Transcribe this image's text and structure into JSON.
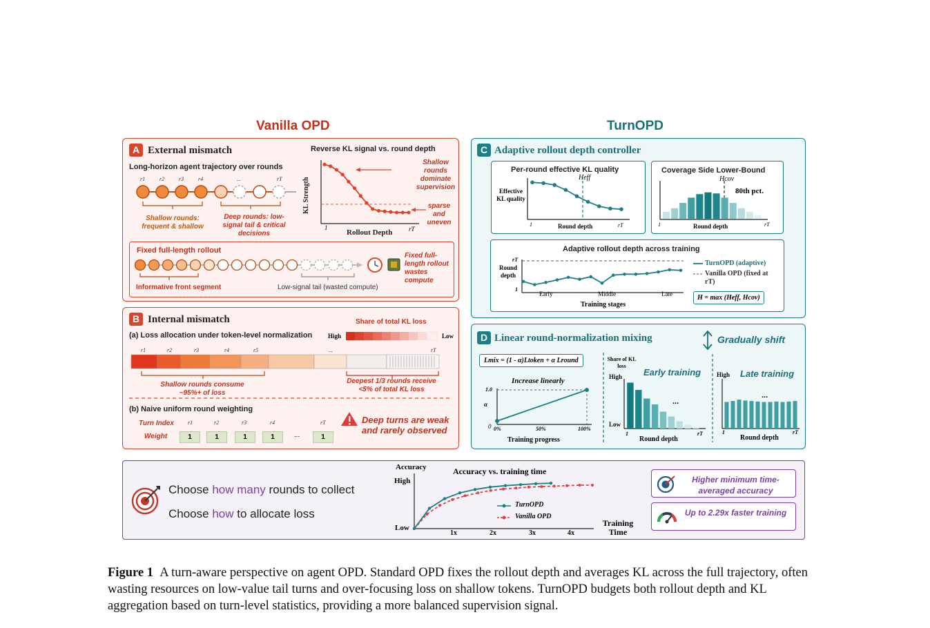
{
  "titles": {
    "vanilla": "Vanilla OPD",
    "turnopd": "TurnOPD"
  },
  "colors": {
    "red": "#d9442c",
    "teal": "#1d7f86",
    "purple": "#7b3fa6"
  },
  "panelA": {
    "badge": "A",
    "title": "External mismatch",
    "subtitle": "Long-horizon agent trajectory over rounds",
    "r_labels": [
      "r1",
      "r2",
      "r3",
      "r4",
      "...",
      "rT"
    ],
    "shallow_label": "Shallow rounds: frequent & shallow",
    "deep_label": "Deep rounds: low-signal tail & critical decisions",
    "chart_title": "Reverse KL signal vs. round depth",
    "ylabel": "KL Strength",
    "xlabel": "Rollout  Depth",
    "x_start": "1",
    "x_end": "rT",
    "note_shallow": "Shallow rounds dominate supervision",
    "note_sparse": "sparse and uneven",
    "fixed_title": "Fixed full-length rollout",
    "informative": "Informative front segment",
    "lowsignal": "Low-signal tail (wasted compute)",
    "fixed_note": "Fixed full-length rollout wastes compute"
  },
  "panelB": {
    "badge": "B",
    "title": "Internal mismatch",
    "sub_a": "(a) Loss allocation under token-level normalization",
    "share_label": "Share of total KL loss",
    "high": "High",
    "low": "Low",
    "r_labels": [
      "r1",
      "r2",
      "r3",
      "r4",
      "r5",
      "...",
      "rT"
    ],
    "shallow_note": "Shallow rounds consume ~95%+ of loss",
    "deep_note": "Deepest 1/3 rounds receive <5% of total KL loss",
    "sub_b": "(b) Naive uniform round weighting",
    "turn_index": "Turn Index",
    "weight": "Weight",
    "turns": [
      "r1",
      "r2",
      "r3",
      "r4",
      "",
      "rT"
    ],
    "weights": [
      "1",
      "1",
      "1",
      "1",
      "...",
      "1"
    ],
    "warning": "Deep turns are weak and rarely observed"
  },
  "panelC": {
    "badge": "C",
    "title": "Adaptive rollout depth controller",
    "box1_title": "Per-round effective KL quality",
    "box1_ylabel": "Effective KL quality",
    "box1_marker": "Heff",
    "box1_xlabel": "Round depth",
    "x_start": "1",
    "x_end": "rT",
    "box2_title": "Coverage Side Lower-Bound",
    "box2_marker": "Hcov",
    "box2_pct": "80th pct.",
    "box2_xlabel": "Round depth",
    "box3_title": "Adaptive rollout depth across training",
    "box3_ylabel": "Round depth",
    "box3_ytop": "rT",
    "box3_ybottom": "1",
    "box3_x": [
      "Early",
      "Middle",
      "Late"
    ],
    "box3_xlabel": "Training stages",
    "legend_turn": "TurnOPD (adaptive)",
    "legend_vanilla": "Vanilla OPD (fixed at rT)",
    "formula": "H = max (Heff, Hcov)"
  },
  "panelD": {
    "badge": "D",
    "title": "Linear round-normalization mixing",
    "shift": "Gradually shift",
    "formula": "Lmix = (1 - α)Ltoken + α Lround",
    "mix_title": "Increase linearly",
    "mix_y": [
      "1.0",
      "α",
      "0"
    ],
    "mix_x": [
      "0%",
      "50%",
      "100%"
    ],
    "mix_xlabel": "Training progress",
    "share": "Share of KL loss",
    "high": "High",
    "low": "Low",
    "early": "Early training",
    "late": "Late training",
    "xlabel": "Round depth",
    "x_start": "1",
    "x_end": "rT",
    "dots": "..."
  },
  "bottom": {
    "line1_a": "Choose ",
    "line1_b": "how many",
    "line1_c": " rounds to collect",
    "line2_a": "Choose ",
    "line2_b": "how",
    "line2_c": " to allocate loss",
    "chart_title": "Accuracy vs. training time",
    "ylabel": "Accuracy",
    "yhigh": "High",
    "ylow": "Low",
    "xticks": [
      "1x",
      "2x",
      "3x",
      "4x"
    ],
    "xlabel": "Training Time",
    "legend_turn": "TurnOPD",
    "legend_vanilla": "Vanilla OPD",
    "box1": "Higher minimum time-averaged accuracy",
    "box2": "Up to 2.29x faster training"
  },
  "caption": {
    "label": "Figure 1",
    "text": "A turn-aware perspective on agent OPD. Standard OPD fixes the rollout depth and averages KL across the full trajectory, often wasting resources on low-value tail turns and over-focusing loss on shallow tokens. TurnOPD budgets both rollout depth and KL aggregation based on turn-level statistics, providing a more balanced supervision signal."
  },
  "chart_data": [
    {
      "type": "line",
      "title": "Reverse KL signal vs. round depth",
      "xlabel": "Rollout  Depth",
      "ylabel": "KL Strength",
      "series": [
        {
          "values": [
            0.95,
            0.92,
            0.86,
            0.78,
            0.66,
            0.55,
            0.42,
            0.3,
            0.2,
            0.17,
            0.16,
            0.15,
            0.14,
            0.14,
            0.14
          ]
        }
      ]
    },
    {
      "type": "line",
      "title": "Per-round effective KL quality",
      "xlabel": "Round depth",
      "ylabel": "Effective KL quality",
      "series": [
        {
          "values": [
            0.92,
            0.9,
            0.85,
            0.72,
            0.55,
            0.4,
            0.28,
            0.22,
            0.2
          ]
        }
      ]
    },
    {
      "type": "bar",
      "title": "Coverage Side Lower-Bound",
      "xlabel": "Round depth",
      "values": [
        0.2,
        0.3,
        0.45,
        0.6,
        0.7,
        0.75,
        0.72,
        0.6,
        0.45,
        0.3,
        0.2,
        0.1
      ]
    },
    {
      "type": "line",
      "title": "Adaptive rollout depth across training",
      "xlabel": "Training stages",
      "ylabel": "Round depth",
      "series": [
        {
          "name": "TurnOPD (adaptive)",
          "values": [
            0.35,
            0.25,
            0.32,
            0.4,
            0.48,
            0.42,
            0.5,
            0.3,
            0.55,
            0.58,
            0.58,
            0.6,
            0.65,
            0.72,
            0.7
          ]
        },
        {
          "name": "Vanilla OPD (fixed at rT)",
          "values": [
            1,
            1
          ]
        }
      ]
    },
    {
      "type": "line",
      "title": "Increase linearly",
      "xlabel": "Training progress",
      "x": [
        0,
        100
      ],
      "values": [
        0.1,
        1.0
      ]
    },
    {
      "type": "bar",
      "title": "Early training",
      "xlabel": "Round depth",
      "ylabel": "Share of KL loss",
      "values": [
        0.95,
        0.8,
        0.62,
        0.5,
        0.35,
        0.25,
        0.15,
        0.08,
        0.04
      ]
    },
    {
      "type": "bar",
      "title": "Late training",
      "xlabel": "Round depth",
      "values": [
        0.55,
        0.57,
        0.6,
        0.58,
        0.57,
        0.56,
        0.55,
        0.55,
        0.56,
        0.55,
        0.56,
        0.57
      ]
    },
    {
      "type": "line",
      "title": "Accuracy vs. training time",
      "xlabel": "Training Time",
      "ylabel": "Accuracy",
      "series": [
        {
          "name": "TurnOPD",
          "values": [
            0,
            0.42,
            0.62,
            0.74,
            0.81,
            0.86,
            0.89,
            0.91,
            0.93,
            0.94
          ]
        },
        {
          "name": "Vanilla OPD",
          "values": [
            0,
            0.3,
            0.48,
            0.6,
            0.68,
            0.74,
            0.79,
            0.82,
            0.84,
            0.86,
            0.87,
            0.88,
            0.89,
            0.9,
            0.9
          ]
        }
      ]
    }
  ]
}
